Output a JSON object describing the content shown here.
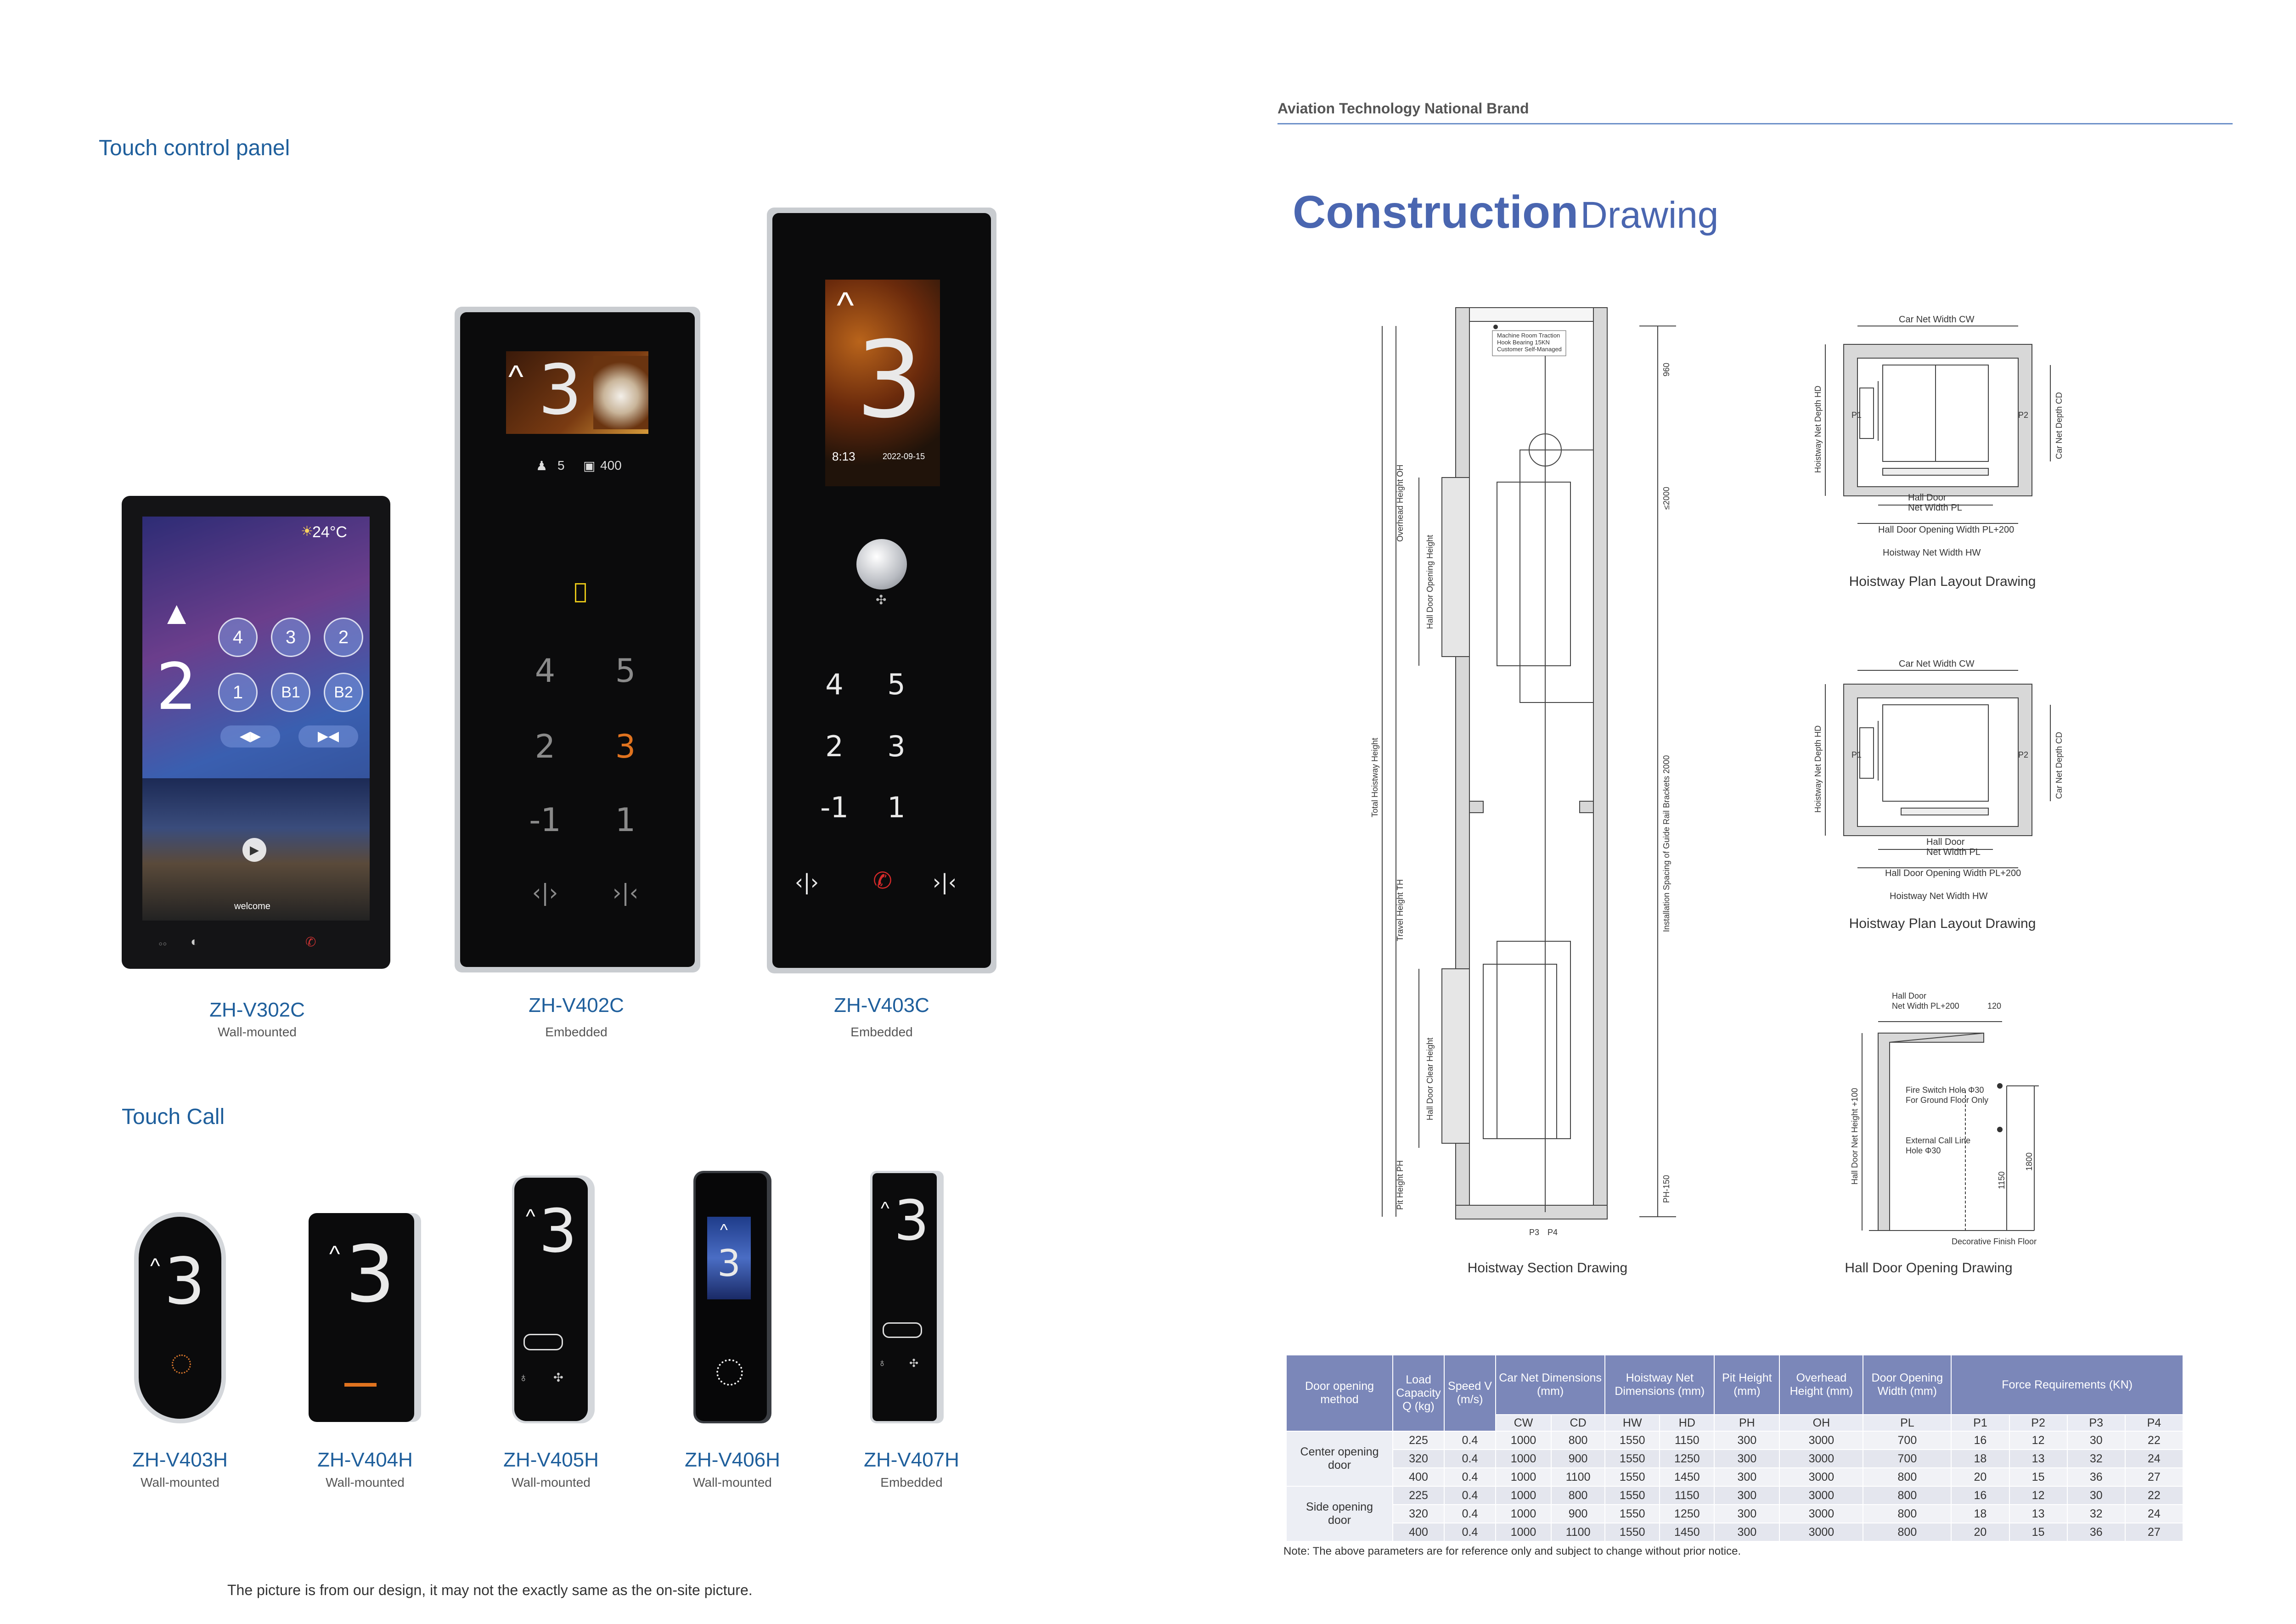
{
  "left_page": {
    "touch_control_title": "Touch control panel",
    "touch_call_title": "Touch Call",
    "footer_note": "The picture is from our design, it may not the exactly same as the on-site picture.",
    "control_panels": [
      {
        "model": "ZH-V302C",
        "mount": "Wall-mounted"
      },
      {
        "model": "ZH-V402C",
        "mount": "Embedded"
      },
      {
        "model": "ZH-V403C",
        "mount": "Embedded"
      }
    ],
    "call_panels": [
      {
        "model": "ZH-V403H",
        "mount": "Wall-mounted"
      },
      {
        "model": "ZH-V404H",
        "mount": "Wall-mounted"
      },
      {
        "model": "ZH-V405H",
        "mount": "Wall-mounted"
      },
      {
        "model": "ZH-V406H",
        "mount": "Wall-mounted"
      },
      {
        "model": "ZH-V407H",
        "mount": "Embedded"
      }
    ],
    "v302c_screen": {
      "temp": "24°C",
      "floor": "2",
      "buttons": [
        "4",
        "3",
        "2",
        "1",
        "B1",
        "B2"
      ],
      "welcome": "welcome"
    },
    "v402c_screen": {
      "floor": "3",
      "persons": "5",
      "load": "400",
      "buttons": [
        "4",
        "5",
        "2",
        "3",
        "-1",
        "1"
      ]
    },
    "v403c_screen": {
      "floor": "3",
      "time": "8:13",
      "date": "2022-09-15",
      "buttons": [
        "4",
        "5",
        "2",
        "3",
        "-1",
        "1"
      ]
    },
    "call_floor_digit": "3"
  },
  "right_page": {
    "brand_line": "Aviation Technology  National Brand",
    "title_bold": "Construction",
    "title_light": "Drawing",
    "section_drawing": {
      "caption": "Hoistway Section Drawing",
      "labels": {
        "machine_note_1": "Machine Room Traction",
        "machine_note_2": "Hook Bearing 15KN",
        "machine_note_3": "Customer Self-Managed",
        "overhead": "Overhead Height OH",
        "hall_door_opening": "Hall Door Opening Height",
        "total_hoistway": "Total Hoistway Height",
        "travel": "Travel Height TH",
        "hall_door_clear": "Hall Door Clear Height",
        "pit": "Pit Height PH",
        "dim_960": "960",
        "dim_2000a": "≤2000",
        "guide_rail": "Installation Spacing of Guide Rail Brackets 2000",
        "ph150": "PH-150",
        "p3": "P3",
        "p4": "P4"
      }
    },
    "plan_drawing_1": {
      "caption": "Hoistway Plan Layout Drawing",
      "labels": {
        "car_net_width": "Car Net Width CW",
        "hoistway_net_depth": "Hoistway Net Depth HD",
        "car_net_depth": "Car Net Depth CD",
        "p1": "P1",
        "p2": "P2",
        "hall_door": "Hall Door",
        "net_width_pl": "Net Width PL",
        "hall_door_opening_width": "Hall Door Opening Width PL+200",
        "hoistway_net_width": "Hoistway Net Width HW"
      }
    },
    "plan_drawing_2": {
      "caption": "Hoistway Plan Layout Drawing",
      "labels": {
        "car_net_width": "Car Net Width CW",
        "hoistway_net_depth": "Hoistway Net Depth HD",
        "car_net_depth": "Car Net Depth CD",
        "p1": "P1",
        "p2": "P2",
        "hall_door": "Hall Door",
        "net_width_pl": "Net Width PL",
        "hall_door_opening_width": "Hall Door Opening Width PL+200",
        "hoistway_net_width": "Hoistway Net Width HW"
      }
    },
    "door_drawing": {
      "caption": "Hall Door Opening Drawing",
      "labels": {
        "hall_door": "Hall Door",
        "net_width": "Net Width PL+200",
        "dim_120": "120",
        "fire_switch_1": "Fire Switch Hole Φ30",
        "fire_switch_2": "For Ground Floor Only",
        "external_call_1": "External Call Line",
        "external_call_2": "Hole Φ30",
        "net_height": "Hall Door Net Height +100",
        "dim_1150": "1150",
        "dim_1800": "1800",
        "finish_floor": "Decorative Finish Floor"
      }
    },
    "table": {
      "headers": {
        "method": "Door opening method",
        "load": "Load Capacity Q (kg)",
        "speed": "Speed V (m/s)",
        "car": "Car Net Dimensions (mm)",
        "hoistway": "Hoistway Net Dimensions (mm)",
        "pit": "Pit Height (mm)",
        "overhead": "Overhead Height (mm)",
        "door": "Door Opening Width (mm)",
        "force": "Force Requirements (KN)"
      },
      "subheaders": [
        "CW",
        "CD",
        "HW",
        "HD",
        "PH",
        "OH",
        "PL",
        "P1",
        "P2",
        "P3",
        "P4"
      ],
      "groups": [
        {
          "method": "Center opening door",
          "rows": [
            [
              "225",
              "0.4",
              "1000",
              "800",
              "1550",
              "1150",
              "300",
              "3000",
              "700",
              "16",
              "12",
              "30",
              "22"
            ],
            [
              "320",
              "0.4",
              "1000",
              "900",
              "1550",
              "1250",
              "300",
              "3000",
              "700",
              "18",
              "13",
              "32",
              "24"
            ],
            [
              "400",
              "0.4",
              "1000",
              "1100",
              "1550",
              "1450",
              "300",
              "3000",
              "800",
              "20",
              "15",
              "36",
              "27"
            ]
          ]
        },
        {
          "method": "Side opening door",
          "rows": [
            [
              "225",
              "0.4",
              "1000",
              "800",
              "1550",
              "1150",
              "300",
              "3000",
              "800",
              "16",
              "12",
              "30",
              "22"
            ],
            [
              "320",
              "0.4",
              "1000",
              "900",
              "1550",
              "1250",
              "300",
              "3000",
              "800",
              "18",
              "13",
              "32",
              "24"
            ],
            [
              "400",
              "0.4",
              "1000",
              "1100",
              "1550",
              "1450",
              "300",
              "3000",
              "800",
              "20",
              "15",
              "36",
              "27"
            ]
          ]
        }
      ],
      "note": "Note: The above parameters are for reference only and subject to change without prior notice."
    }
  }
}
